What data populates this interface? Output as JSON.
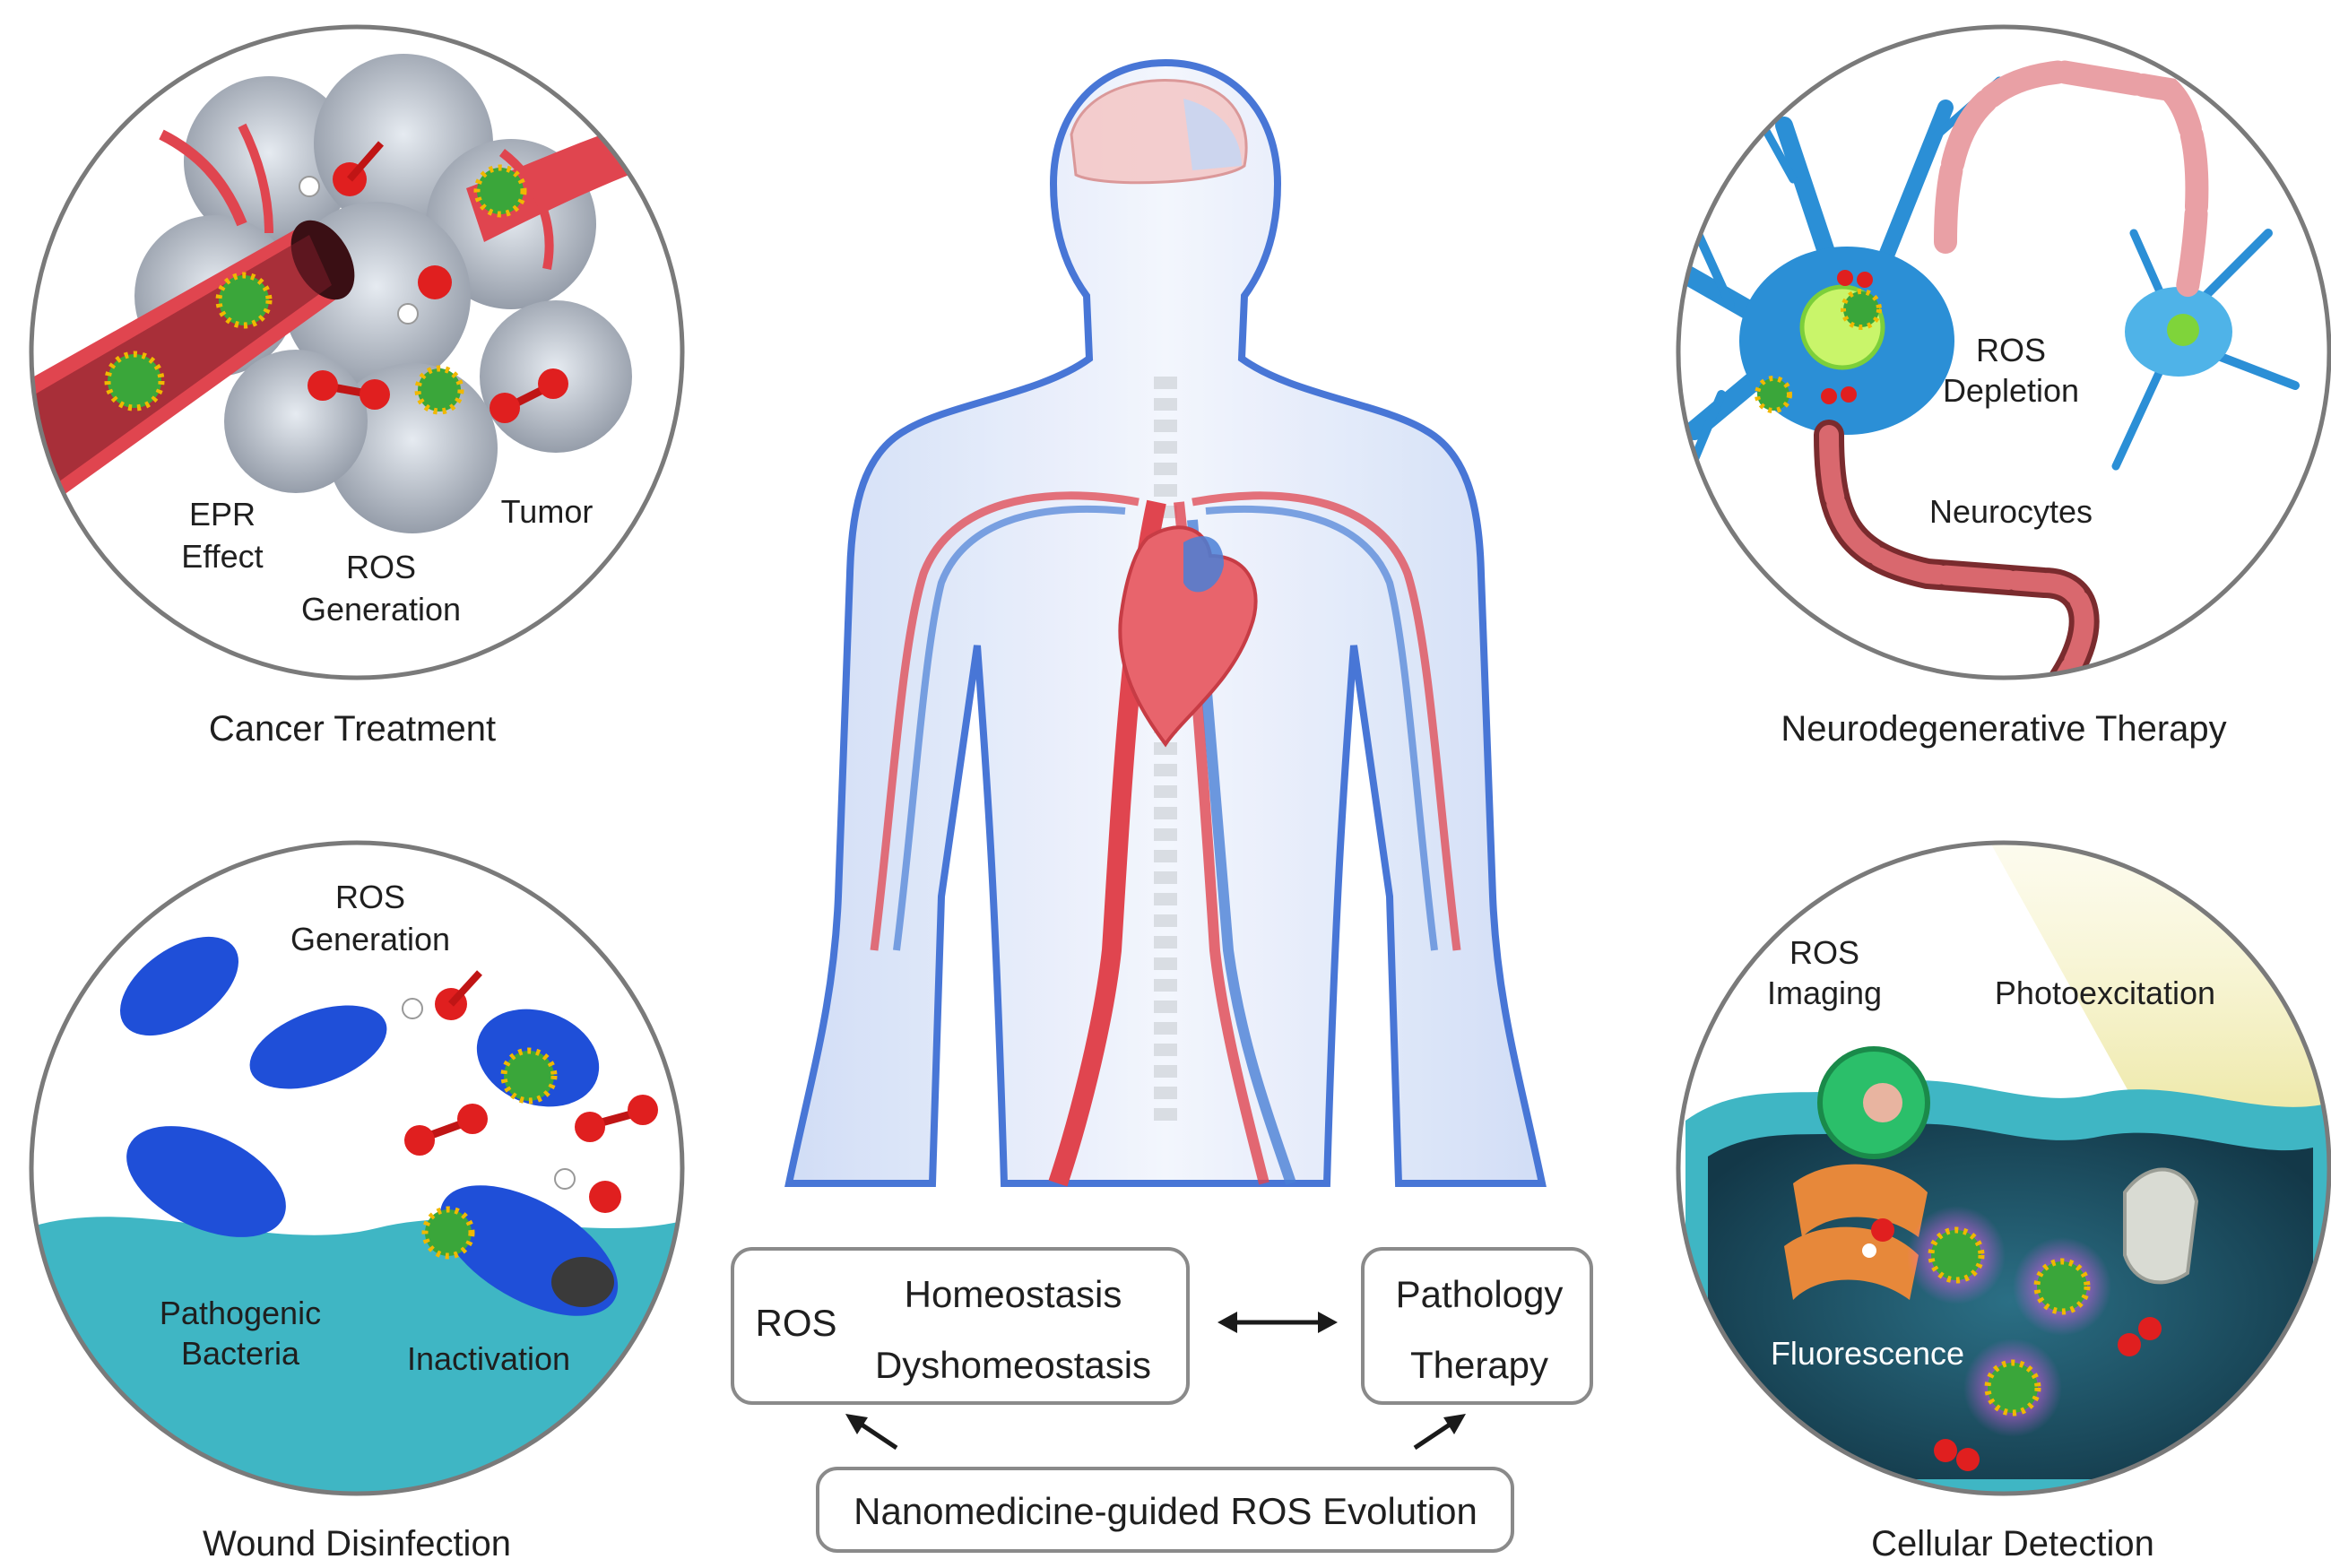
{
  "panels": {
    "cancer": {
      "caption": "Cancer Treatment",
      "labels": {
        "epr_1": "EPR",
        "epr_2": "Effect",
        "ros_1": "ROS",
        "ros_2": "Generation",
        "tumor": "Tumor"
      }
    },
    "neuro": {
      "caption": "Neurodegenerative Therapy",
      "labels": {
        "ros_1": "ROS",
        "ros_2": "Depletion",
        "neurocytes": "Neurocytes"
      }
    },
    "wound": {
      "caption": "Wound Disinfection",
      "labels": {
        "ros_1": "ROS",
        "ros_2": "Generation",
        "pathogenic_1": "Pathogenic",
        "pathogenic_2": "Bacteria",
        "inactivation": "Inactivation"
      }
    },
    "cellular": {
      "caption": "Cellular Detection",
      "labels": {
        "ros_1": "ROS",
        "ros_2": "Imaging",
        "photoexcitation": "Photoexcitation",
        "fluorescence": "Fluorescence"
      }
    }
  },
  "flow": {
    "left_box": {
      "ros": "ROS",
      "homeostasis": "Homeostasis",
      "dyshomeostasis": "Dyshomeostasis"
    },
    "right_box": {
      "pathology": "Pathology",
      "therapy": "Therapy"
    },
    "bottom_box": "Nanomedicine-guided ROS Evolution"
  },
  "colors": {
    "vessel_red": "#e0454f",
    "body_blue": "#4a7fd6",
    "bacteria_blue": "#1f4fd8",
    "neuron_blue": "#2b8fd6",
    "water_teal": "#3fb6c4",
    "nanoparticle_green": "#3aa63a",
    "oxygen_red": "#e01f1f",
    "fluorescence_magenta": "#e040e0"
  }
}
